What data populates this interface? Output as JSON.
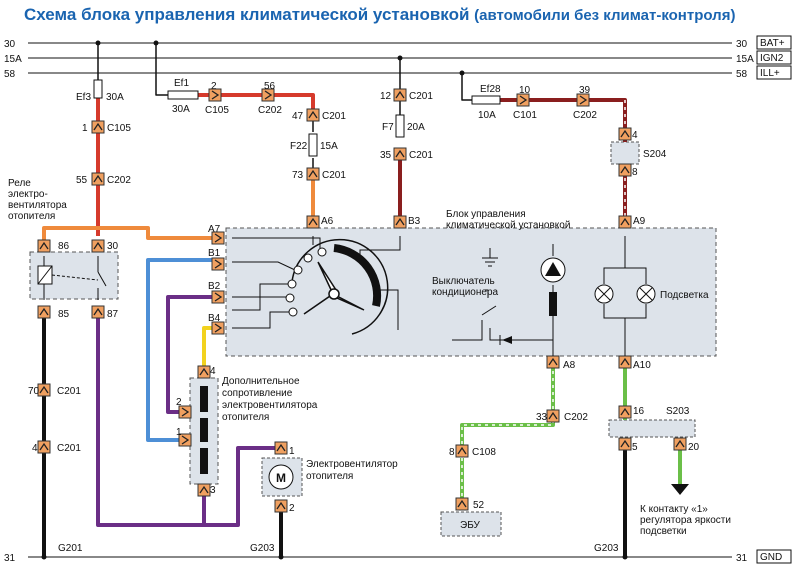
{
  "title": "Схема блока управления климатической установкой",
  "subtitle": "(автомобили без климат-контроля)",
  "rails": [
    {
      "left": "30",
      "right": "30",
      "tag": "BAT+"
    },
    {
      "left": "15A",
      "right": "15A",
      "tag": "IGN2"
    },
    {
      "left": "58",
      "right": "58",
      "tag": "ILL+"
    },
    {
      "left": "31",
      "right": "31",
      "tag": "GND"
    }
  ],
  "fuses": [
    {
      "id": "Ef3",
      "rating": "30A"
    },
    {
      "id": "Ef1",
      "rating": "30A"
    },
    {
      "id": "F22",
      "rating": "15A"
    },
    {
      "id": "F7",
      "rating": "20A"
    },
    {
      "id": "Ef28",
      "rating": "10A"
    }
  ],
  "connectors": [
    {
      "pin": "1",
      "name": "C105"
    },
    {
      "pin": "55",
      "name": "C202"
    },
    {
      "pin": "2",
      "name": "C105"
    },
    {
      "pin": "56",
      "name": "C202"
    },
    {
      "pin": "47",
      "name": "C201"
    },
    {
      "pin": "73",
      "name": "C201"
    },
    {
      "pin": "12",
      "name": "C201"
    },
    {
      "pin": "35",
      "name": "C201"
    },
    {
      "pin": "10",
      "name": "C101"
    },
    {
      "pin": "39",
      "name": "C202"
    },
    {
      "pin": "70",
      "name": "C201"
    },
    {
      "pin": "4",
      "name": "C201"
    },
    {
      "pin": "33",
      "name": "C202"
    },
    {
      "pin": "8",
      "name": "C108"
    }
  ],
  "splices": [
    {
      "name": "S204",
      "pins": [
        "4",
        "8"
      ]
    },
    {
      "name": "S203",
      "pins": [
        "16",
        "5",
        "20"
      ]
    }
  ],
  "grounds": [
    "G201",
    "G203",
    "G203"
  ],
  "relay": {
    "label": "Реле электро-вентилятора отопителя",
    "pins": [
      "86",
      "30",
      "85",
      "87"
    ]
  },
  "control_unit": {
    "label": "Блок управления климатической установкой",
    "pins": [
      "A7",
      "A6",
      "B3",
      "A9",
      "B1",
      "B2",
      "B4",
      "A8",
      "A10"
    ],
    "switch_label": "Выключатель кондиционера",
    "lamp_label": "Подсветка"
  },
  "resistor": {
    "label": "Дополнительное сопротивление электровентилятора отопителя",
    "pins": [
      "4",
      "2",
      "1",
      "3"
    ]
  },
  "motor": {
    "label": "Электровентилятор отопителя",
    "symbol": "M",
    "pins": [
      "1",
      "2"
    ]
  },
  "ecu": {
    "label": "ЭБУ",
    "pin": "52"
  },
  "note": {
    "lines": [
      "К контакту «1»",
      "регулятора яркости",
      "подсветки"
    ]
  },
  "colors": {
    "title": "#1a64b0",
    "red": "#d63a2c",
    "orange": "#ef8a3c",
    "darkred": "#8a1e1e",
    "blue": "#4d8fd6",
    "purple": "#6b2e86",
    "yellow": "#f2d21e",
    "green": "#6bbf48",
    "black": "#111111",
    "pin": "#f0a060",
    "box": "#dde3ea"
  }
}
